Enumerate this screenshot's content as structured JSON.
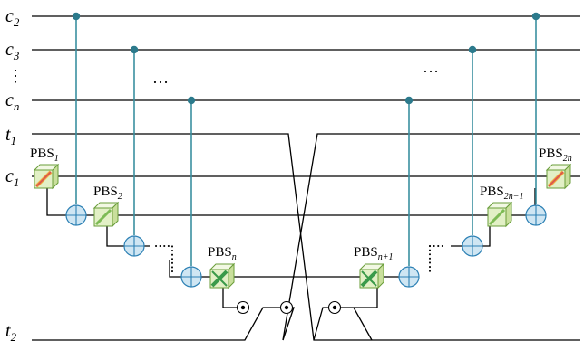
{
  "wires": [
    {
      "id": "c2",
      "base": "c",
      "sub": "2"
    },
    {
      "id": "c3",
      "base": "c",
      "sub": "3"
    },
    {
      "id": "cn",
      "base": "c",
      "sub": "n"
    },
    {
      "id": "t1",
      "base": "t",
      "sub": "1"
    },
    {
      "id": "c1",
      "base": "c",
      "sub": "1"
    },
    {
      "id": "t2",
      "base": "t",
      "sub": "2"
    }
  ],
  "vertical_ellipsis": "⋮",
  "horizontal_ellipsis": "…",
  "beam_splitters": [
    {
      "id": "pbs1",
      "base": "PBS",
      "sub": "1",
      "style": "red"
    },
    {
      "id": "pbs2",
      "base": "PBS",
      "sub": "2",
      "style": "green"
    },
    {
      "id": "pbsn",
      "base": "PBS",
      "sub": "n",
      "style": "green-dark"
    },
    {
      "id": "pbsn1",
      "base": "PBS",
      "sub": "n+1",
      "style": "green-dark"
    },
    {
      "id": "pbs2n1",
      "base": "PBS",
      "sub": "2n−1",
      "style": "green"
    },
    {
      "id": "pbs2n",
      "base": "PBS",
      "sub": "2n",
      "style": "red"
    }
  ],
  "colors": {
    "control_line": "#3a8fa0",
    "control_dot": "#2c7a8c",
    "target_fill": "#cfe6f3",
    "target_stroke": "#2c80b4",
    "cube_face": "#e2f0c6",
    "cube_top": "#f2f8e3",
    "cube_side": "#c9df9c",
    "cube_edge": "#6a9e3a",
    "diag_red": "#d9534f",
    "diag_orange": "#f0a540",
    "diag_green": "#3a9a4a"
  }
}
